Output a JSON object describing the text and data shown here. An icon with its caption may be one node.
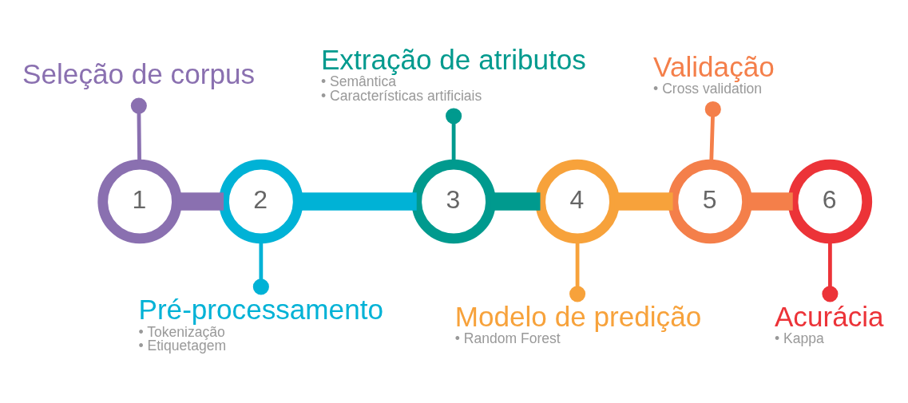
{
  "diagram": {
    "nodes": [
      {
        "text": [
          "1"
        ]
      },
      {
        "text": [
          "2"
        ]
      },
      {
        "text": [
          "3"
        ]
      },
      {
        "text": [
          "4"
        ]
      },
      {
        "text": [
          "5"
        ]
      },
      {
        "text": [
          "6"
        ]
      },
      {
        "text": [
          "Seleção de corpus"
        ]
      },
      {
        "text": [
          "Pré-processamento",
          "• Tokenização",
          "• Etiquetagem"
        ]
      },
      {
        "text": [
          "Extração de atributos",
          "• Semântica",
          "• Características artificiais"
        ]
      },
      {
        "text": [
          "Modelo de predição",
          "• Random Forest"
        ]
      },
      {
        "text": [
          "Validação",
          "• Cross validation"
        ]
      },
      {
        "text": [
          "Acurácia",
          "• Kappa"
        ]
      }
    ],
    "edges": [
      {
        "from": 0,
        "to": 1,
        "arrow": "none",
        "style": "thick",
        "color": "#8a70b0"
      },
      {
        "from": 1,
        "to": 2,
        "arrow": "none",
        "style": "thick",
        "color": "#00b2d6"
      },
      {
        "from": 2,
        "to": 3,
        "arrow": "none",
        "style": "thick",
        "color": "#009a8e"
      },
      {
        "from": 3,
        "to": 4,
        "arrow": "none",
        "style": "thick",
        "color": "#f7a23b"
      },
      {
        "from": 4,
        "to": 5,
        "arrow": "none",
        "style": "thick",
        "color": "#f47f4a"
      },
      {
        "from": 0,
        "to": 6,
        "arrow": "other",
        "color": "#8a70b0"
      },
      {
        "from": 1,
        "to": 7,
        "arrow": "other",
        "color": "#00b2d6"
      },
      {
        "from": 2,
        "to": 8,
        "arrow": "other",
        "color": "#009a8e"
      },
      {
        "from": 3,
        "to": 9,
        "arrow": "other",
        "color": "#f7a23b"
      },
      {
        "from": 4,
        "to": 10,
        "arrow": "other",
        "color": "#f47f4a"
      },
      {
        "from": 5,
        "to": 11,
        "arrow": "other",
        "color": "#ec3338"
      }
    ]
  }
}
